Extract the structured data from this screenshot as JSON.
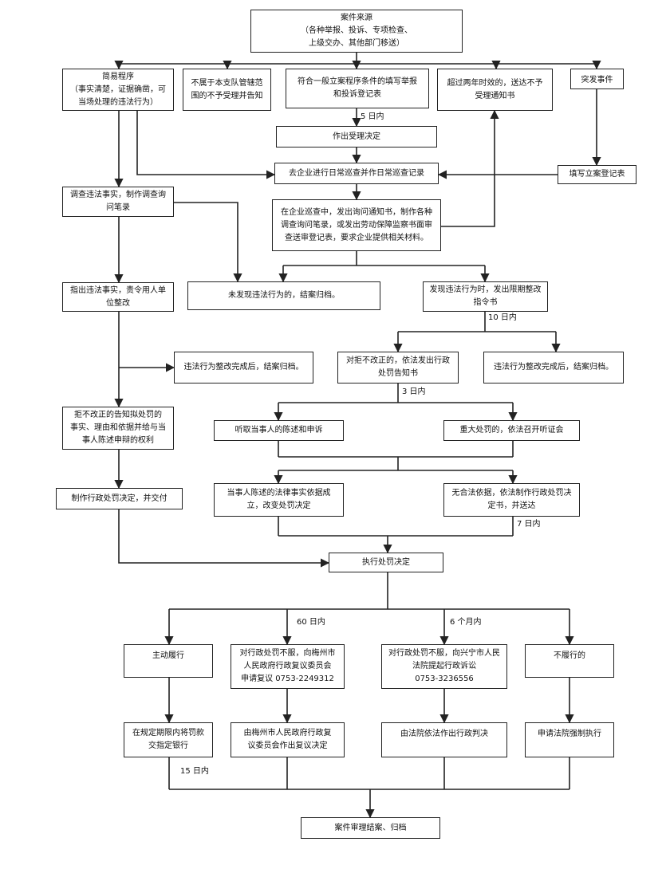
{
  "nodes": {
    "source": "案件来源\n（各种举报、投诉、专项检查、\n上级交办、其他部门移送）",
    "simple": "简易程序\n（事实清楚，证据确凿，可\n当场处理的违法行为）",
    "not_jurisdiction": "不属于本支队管辖范\n围的不予受理并告知",
    "register": "符合一般立案程序条件的填写举报\n和投诉登记表",
    "overdue": "超过两年时效的，送达不予\n受理通知书",
    "emergency": "突发事件",
    "accept": "作出受理决定",
    "patrol": "去企业进行日常巡查并作日常巡查记录",
    "fill_register": "填写立案登记表",
    "investigate": "调查违法事实，制作调查询\n问笔录",
    "inspect": "在企业巡查中，发出询问通知书，制作各种\n调查询问笔录，或发出劳动保障监察书面审\n查送审登记表，要求企业提供相关材料。",
    "point_out": "指出违法事实，责令用人单\n位整改",
    "no_violation": "未发现违法行为的，结案归档。",
    "found_violation": "发现违法行为时，发出限期整改\n指令书",
    "corrected_left": "违法行为整改完成后，结案归档。",
    "refuse_notice": "对拒不改正的，依法发出行政\n处罚告知书",
    "corrected_right": "违法行为整改完成后，结案归档。",
    "notify_rights": "拒不改正的告知拟处罚的\n事实、理由和依据并给与当\n事人陈述申辩的权利",
    "hear_statement": "听取当事人的陈述和申诉",
    "hearing": "重大处罚的，依法召开听证会",
    "make_decision_left": "制作行政处罚决定，并交付",
    "change_decision": "当事人陈述的法律事实依据成\n立，改变处罚决定",
    "make_decision_right": "无合法依据，依法制作行政处罚决\n定书，并送达",
    "execute": "执行处罚决定",
    "comply": "主动履行",
    "review": "对行政处罚不服，向梅州市\n人民政府行政复议委员会\n申请复议 0753-2249312",
    "lawsuit": "对行政处罚不服，向兴宁市人民\n法院提起行政诉讼\n0753-3236556",
    "not_comply": "不履行的",
    "pay_bank": "在规定期限内将罚款\n交指定银行",
    "review_decision": "由梅州市人民政府行政复\n议委员会作出复议决定",
    "court_ruling": "由法院依法作出行政判决",
    "enforce": "申请法院强制执行",
    "close_case": "案件审理结案、归档"
  },
  "labels": {
    "d5": "5 日内",
    "d10": "10 日内",
    "d3": "3 日内",
    "d7": "7 日内",
    "d60": "60 日内",
    "m6": "6 个月内",
    "d15": "15 日内"
  },
  "colors": {
    "line": "#222222",
    "text": "#111111",
    "background": "#ffffff"
  }
}
